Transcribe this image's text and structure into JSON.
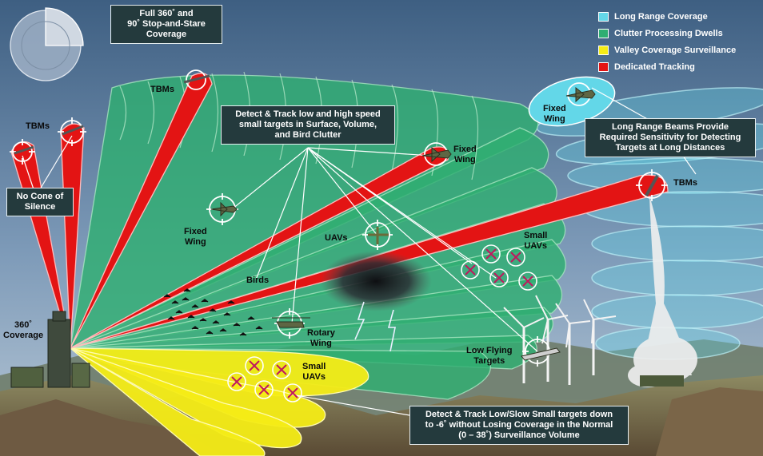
{
  "colors": {
    "long_range": "#63d7e8",
    "clutter": "#2fae72",
    "valley": "#f4ec16",
    "tracking": "#e31414",
    "box_bg": "#243a3d"
  },
  "legend": [
    {
      "label": "Long Range Coverage",
      "color": "#63d7e8"
    },
    {
      "label": "Clutter Processing Dwells",
      "color": "#2fae72"
    },
    {
      "label": "Valley Coverage Surveillance",
      "color": "#f4ec16"
    },
    {
      "label": "Dedicated Tracking",
      "color": "#e31414"
    }
  ],
  "boxes": {
    "stare": [
      "Full 360˚ and",
      "90˚ Stop-and-Stare",
      "Coverage"
    ],
    "detect_low_high": [
      "Detect & Track low and high speed",
      "small targets in Surface, Volume,",
      "and Bird Clutter"
    ],
    "long_range_beams": [
      "Long Range Beams Provide",
      "Required Sensitivity for Detecting",
      "Targets at Long  Distances"
    ],
    "no_cone": [
      "No Cone of",
      "Silence"
    ],
    "detect_low_slow": [
      "Detect  & Track Low/Slow Small targets down",
      "to -6˚ without Losing Coverage in the Normal",
      "(0 – 38˚) Surveillance Volume"
    ]
  },
  "labels": {
    "tbms_top": "TBMs",
    "tbms_left": "TBMs",
    "tbms_right": "TBMs",
    "fixed_wing_cyan": [
      "Fixed",
      "Wing"
    ],
    "fixed_wing_mid": [
      "Fixed",
      "Wing"
    ],
    "fixed_wing_left": [
      "Fixed",
      "Wing"
    ],
    "uavs": "UAVs",
    "small_uavs_right": [
      "Small",
      "UAVs"
    ],
    "birds": "Birds",
    "rotary_wing": [
      "Rotary",
      "Wing"
    ],
    "low_flying": [
      "Low Flying",
      "Targets"
    ],
    "small_uavs_yellow": [
      "Small",
      "UAVs"
    ],
    "coverage_360": [
      "360˚",
      "Coverage"
    ]
  }
}
